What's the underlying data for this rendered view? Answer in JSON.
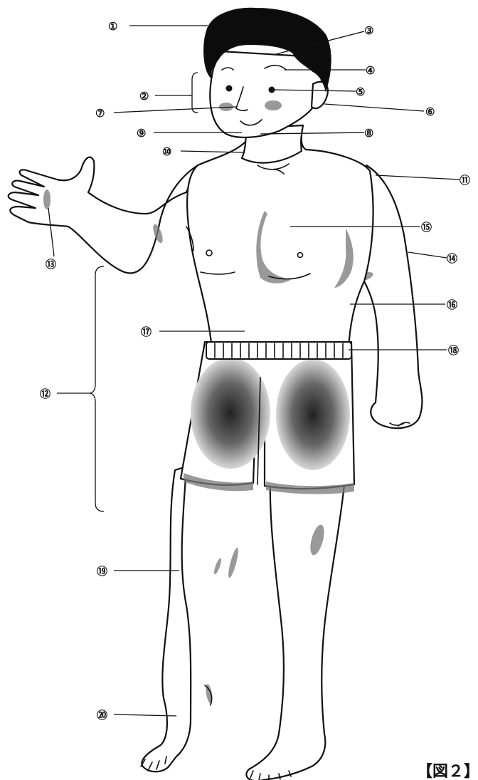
{
  "labels": [
    {
      "id": "1",
      "text": "①"
    },
    {
      "id": "2",
      "text": "②"
    },
    {
      "id": "3",
      "text": "③"
    },
    {
      "id": "4",
      "text": "④"
    },
    {
      "id": "5",
      "text": "⑤"
    },
    {
      "id": "6",
      "text": "⑥"
    },
    {
      "id": "7",
      "text": "⑦"
    },
    {
      "id": "8",
      "text": "⑧"
    },
    {
      "id": "9",
      "text": "⑨"
    },
    {
      "id": "10",
      "text": "⑩"
    },
    {
      "id": "11",
      "text": "⑪"
    },
    {
      "id": "12",
      "text": "⑫"
    },
    {
      "id": "13",
      "text": "⑬"
    },
    {
      "id": "14",
      "text": "⑭"
    },
    {
      "id": "15",
      "text": "⑮"
    },
    {
      "id": "16",
      "text": "⑯"
    },
    {
      "id": "17",
      "text": "⑰"
    },
    {
      "id": "18",
      "text": "⑱"
    },
    {
      "id": "19",
      "text": "⑲"
    },
    {
      "id": "20",
      "text": "⑳"
    }
  ],
  "caption": "【図２】"
}
